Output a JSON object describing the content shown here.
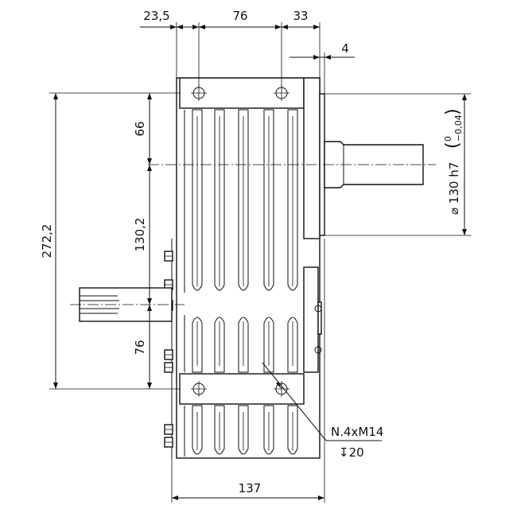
{
  "drawing": {
    "dimensions": {
      "top_left": "23,5",
      "top_middle": "76",
      "top_right": "33",
      "flange": "4",
      "bottom_width": "137",
      "left_total": "272,2",
      "upper_section": "66",
      "mid_section": "130,2",
      "lower_section": "76"
    },
    "shaft_callout": {
      "prefix": "⌀ 130 h7",
      "tol_upper": "0",
      "tol_lower": "−0,04"
    },
    "hole_callout": {
      "thread": "N.4xM14",
      "depth": "↧20"
    }
  }
}
